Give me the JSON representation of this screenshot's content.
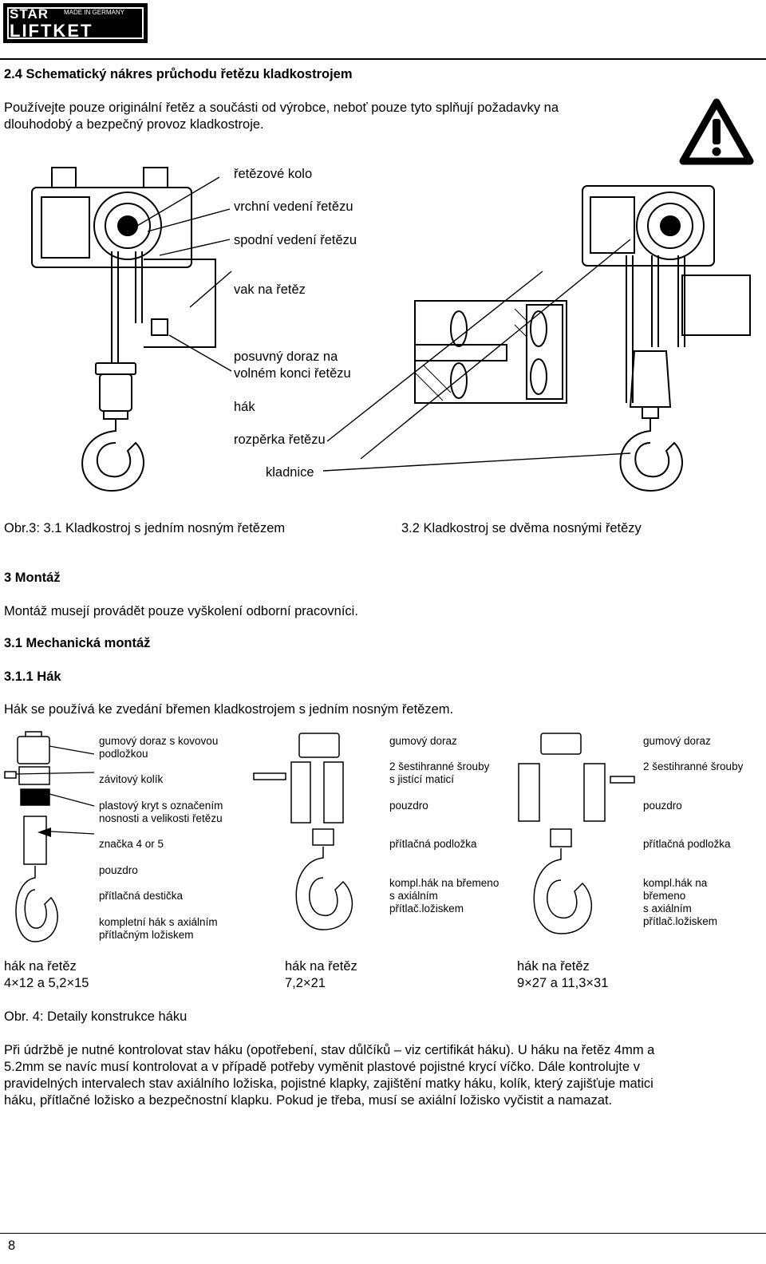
{
  "header": {
    "logo_star": "STAR",
    "logo_made": "MADE IN GERMANY",
    "logo_liftket": "LIFTKET"
  },
  "section_24": {
    "title": "2.4   Schematický nákres průchodu řetězu kladkostrojem",
    "intro_line1": "Používejte pouze originální řetěz a součásti od výrobce, neboť pouze tyto splňují požadavky na",
    "intro_line2": "dlouhodobý a bezpečný provoz kladkostroje."
  },
  "figure3": {
    "labels": [
      "řetězové kolo",
      "vrchní vedení řetězu",
      "spodní vedení řetězu",
      "vak na řetěz",
      "posuvný doraz na",
      "volném konci řetězu",
      "hák",
      "rozpěrka řetězu",
      "kladnice"
    ],
    "caption_left": "Obr.3:   3.1 Kladkostroj s jedním nosným řetězem",
    "caption_right": "3.2 Kladkostroj se dvěma nosnými řetězy"
  },
  "section_3": {
    "title": "3   Montáž",
    "text": "Montáž musejí provádět pouze vyškolení odborní pracovníci.",
    "sub31": "3.1   Mechanická montáž",
    "sub311": "3.1.1   Hák",
    "sub311_text": "Hák se používá ke zvedání břemen kladkostrojem s jedním nosným řetězem."
  },
  "figure4": {
    "left_labels": [
      "gumový doraz s kovovou",
      "podložkou",
      "závitový kolík",
      "plastový kryt s označením",
      "nosnosti a velikosti řetězu",
      "značka 4 or 5",
      "pouzdro",
      "přítlačná destička",
      "kompletní hák s axiálním",
      "přítlačným ložiskem"
    ],
    "middle_labels": [
      "gumový doraz",
      "2 šestihranné šrouby",
      "s jistící maticí",
      "pouzdro",
      "přítlačná podložka",
      "kompl.hák na břemeno",
      "s axiálním",
      "přítlač.ložiskem"
    ],
    "right_labels": [
      "gumový doraz",
      "2 šestihranné šrouby",
      "pouzdro",
      "přítlačná podložka",
      "kompl.hák na",
      "břemeno",
      "s axiálním",
      "přítlač.ložiskem"
    ],
    "hooks": [
      {
        "line1": "hák na řetěz",
        "line2": "4×12 a 5,2×15"
      },
      {
        "line1": "hák na řetěz",
        "line2": "7,2×21"
      },
      {
        "line1": "hák na řetěz",
        "line2": "9×27 a 11,3×31"
      }
    ],
    "caption": "Obr. 4: Detaily konstrukce háku"
  },
  "maintenance": {
    "line1": "Při údržbě je nutné kontrolovat stav háku (opotřebení, stav důlčíků – viz certifikát háku). U háku na řetěz 4mm a",
    "line2": "5.2mm se navíc musí kontrolovat a v případě potřeby vyměnit plastové pojistné krycí víčko. Dále kontrolujte v",
    "line3": "pravidelných intervalech stav axiálního ložiska, pojistné klapky, zajištění matky háku, kolík, který zajišťuje matici",
    "line4": "háku, přítlačné ložisko a bezpečnostní klapku. Pokud je třeba, musí se axiální ložisko vyčistit a namazat."
  },
  "footer": {
    "page_number": "8"
  }
}
